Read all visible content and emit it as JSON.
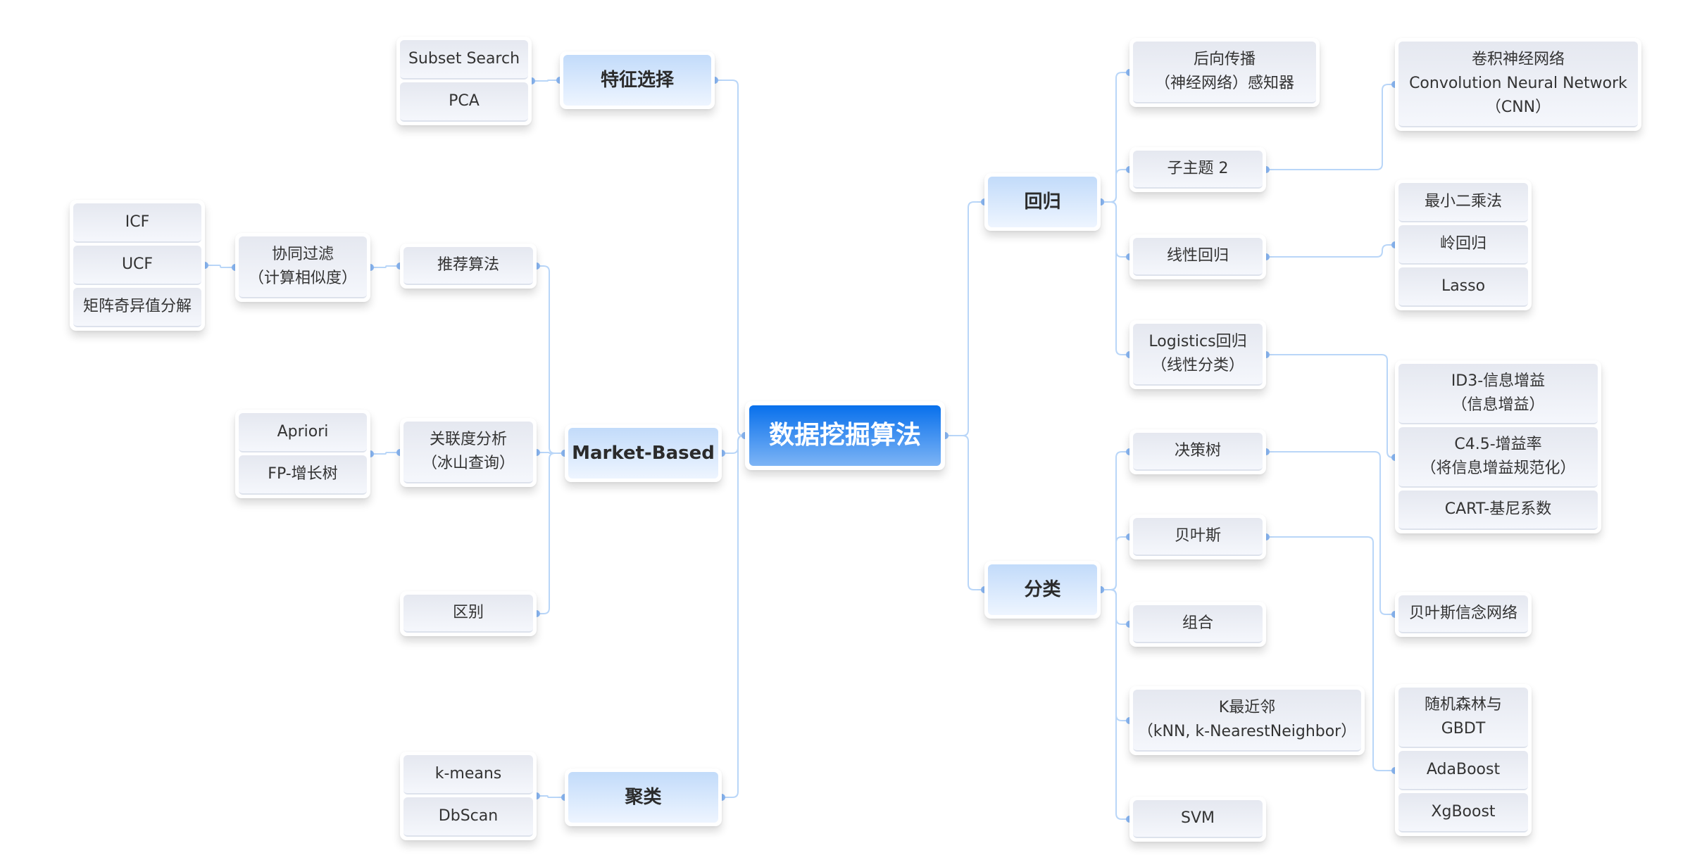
{
  "title": "数据挖掘算法",
  "colors": {
    "line": "#b9d6f8",
    "dot": "#8ab8f5",
    "root_top": "#0870ec",
    "root_bottom": "#7db4f5",
    "category_top": "#c2dbfa"
  },
  "nodes": {
    "root": {
      "cells": [
        [
          "数据挖掘算法"
        ]
      ]
    },
    "feat": {
      "cells": [
        [
          "特征选择"
        ]
      ]
    },
    "subset": {
      "cells": [
        [
          "Subset Search"
        ],
        [
          "PCA"
        ]
      ]
    },
    "market": {
      "cells": [
        [
          "Market-Based"
        ]
      ]
    },
    "rec": {
      "cells": [
        [
          "推荐算法"
        ]
      ]
    },
    "cf": {
      "cells": [
        [
          "协同过滤",
          "（计算相似度）"
        ]
      ]
    },
    "icf": {
      "cells": [
        [
          "ICF"
        ],
        [
          "UCF"
        ],
        [
          "矩阵奇异值分解"
        ]
      ]
    },
    "assoc": {
      "cells": [
        [
          "关联度分析",
          "（冰山查询）"
        ]
      ]
    },
    "apr": {
      "cells": [
        [
          "Apriori"
        ],
        [
          "FP-增长树"
        ]
      ]
    },
    "diff": {
      "cells": [
        [
          "区别"
        ]
      ]
    },
    "clus": {
      "cells": [
        [
          "聚类"
        ]
      ]
    },
    "km": {
      "cells": [
        [
          "k-means"
        ],
        [
          "DbScan"
        ]
      ]
    },
    "reg": {
      "cells": [
        [
          "回归"
        ]
      ]
    },
    "bp": {
      "cells": [
        [
          "后向传播",
          "（神经网络）感知器"
        ]
      ]
    },
    "sub2": {
      "cells": [
        [
          "子主题 2"
        ]
      ]
    },
    "cnn": {
      "cells": [
        [
          "卷积神经网络",
          "Convolution Neural Network",
          "（CNN）"
        ]
      ]
    },
    "lin": {
      "cells": [
        [
          "线性回归"
        ]
      ]
    },
    "lsq": {
      "cells": [
        [
          "最小二乘法"
        ],
        [
          "岭回归"
        ],
        [
          "Lasso"
        ]
      ]
    },
    "log": {
      "cells": [
        [
          "Logistics回归",
          "（线性分类）"
        ]
      ]
    },
    "id3": {
      "cells": [
        [
          "ID3-信息增益",
          "（信息增益）"
        ],
        [
          "C4.5-增益率",
          "（将信息增益规范化）"
        ],
        [
          "CART-基尼系数"
        ]
      ]
    },
    "cls": {
      "cells": [
        [
          "分类"
        ]
      ]
    },
    "dt": {
      "cells": [
        [
          "决策树"
        ]
      ]
    },
    "bay": {
      "cells": [
        [
          "贝叶斯"
        ]
      ]
    },
    "bbn": {
      "cells": [
        [
          "贝叶斯信念网络"
        ]
      ]
    },
    "comb": {
      "cells": [
        [
          "组合"
        ]
      ]
    },
    "knn": {
      "cells": [
        [
          "K最近邻",
          "（kNN, k-NearestNeighbor）"
        ]
      ]
    },
    "rf": {
      "cells": [
        [
          "随机森林与",
          "GBDT"
        ],
        [
          "AdaBoost"
        ],
        [
          "XgBoost"
        ]
      ]
    },
    "svm": {
      "cells": [
        [
          "SVM"
        ]
      ]
    }
  }
}
